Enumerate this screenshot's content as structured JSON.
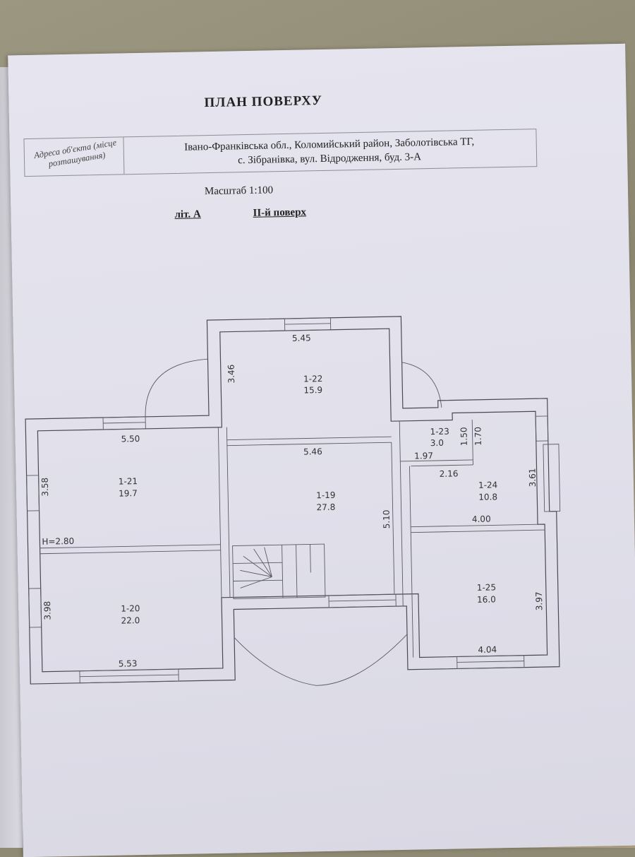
{
  "document": {
    "title": "ПЛАН ПОВЕРХУ",
    "address_label": "Адреса об'єкта (місце розташування)",
    "address_line1": "Івано-Франківська обл., Коломийський район, Заболотівська ТГ,",
    "address_line2": "с. Зібранівка, вул. Відродження, буд. 3-А",
    "scale": "Масштаб 1:100",
    "lit": "літ. А",
    "floor": "ІІ-й поверх"
  },
  "plan": {
    "height_mark": "H=2.80",
    "rooms": [
      {
        "id": "1-22",
        "area": "15.9",
        "width": "5.45",
        "depth": "3.46"
      },
      {
        "id": "1-21",
        "area": "19.7",
        "width": "5.50",
        "depth": "3.58"
      },
      {
        "id": "1-19",
        "area": "27.8",
        "width": "5.46",
        "depth": "5.10"
      },
      {
        "id": "1-23",
        "area": "3.0",
        "width": "1.97",
        "depth": "1.50"
      },
      {
        "id": "1-24",
        "area": "10.8",
        "width": "4.00",
        "depth": "3.61"
      },
      {
        "id": "1-20",
        "area": "22.0",
        "width": "5.53",
        "depth": "3.98"
      },
      {
        "id": "1-25",
        "area": "16.0",
        "width": "4.04",
        "depth": "3.97"
      }
    ],
    "extra_dims": [
      "1.70",
      "2.16"
    ]
  }
}
